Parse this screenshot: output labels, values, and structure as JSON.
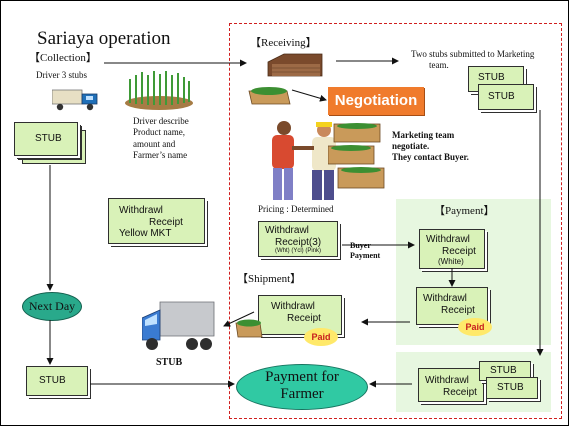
{
  "title": "Sariaya operation",
  "collection": {
    "heading": "【Collection】",
    "driver_label": "Driver 3 stubs",
    "describe_lines": [
      "Driver describe",
      "Product name,",
      "amount and",
      "Farmer’s name"
    ],
    "stub_label": "STUB"
  },
  "withdrawl_yellow": {
    "line1": "Withdrawl",
    "line2": "Receipt",
    "line3": "Yellow MKT"
  },
  "next_day": "Next Day",
  "bottom_stub": "STUB",
  "receiving": {
    "heading": "【Receiving】",
    "note_lines": [
      "Two stubs submitted to Marketing",
      "team."
    ],
    "stub_top": "STUB",
    "stub_front": "STUB"
  },
  "negotiation": {
    "label": "Negotiation",
    "note_lines": [
      "Marketing team",
      "negotiate.",
      "They contact Buyer."
    ]
  },
  "pricing": {
    "label": "Pricing : Determined",
    "receipt_line1": "Withdrawl",
    "receipt_line2": "Receipt(3)",
    "receipt_colors": "(Wht) (Ycl) (Pink)",
    "buyer_payment": [
      "Buyer",
      "Payment"
    ]
  },
  "payment": {
    "heading": "【Payment】",
    "white_line1": "Withdrawl",
    "white_line2": "Receipt",
    "white_line3": "(White)",
    "paid_line1": "Withdrawl",
    "paid_line2": "Receipt",
    "paid_badge": "Paid"
  },
  "shipment": {
    "heading": "【Shipment】",
    "line1": "Withdrawl",
    "line2": "Receipt",
    "paid_badge": "Paid",
    "truck_stub": "STUB"
  },
  "payment_farmer": {
    "line1": "Payment for",
    "line2": "Farmer"
  },
  "bottom_right": {
    "line1": "Withdrawl",
    "line2": "Receipt",
    "stub_a": "STUB",
    "stub_b": "STUB"
  },
  "colors": {
    "dashed_border": "#d01e1e",
    "document_fill": "#d9f2b8",
    "negotiation": "#f07b2c",
    "ellipse": "#29a98b",
    "paid_badge": "#ffe96a",
    "paid_text": "#c81d1d"
  }
}
